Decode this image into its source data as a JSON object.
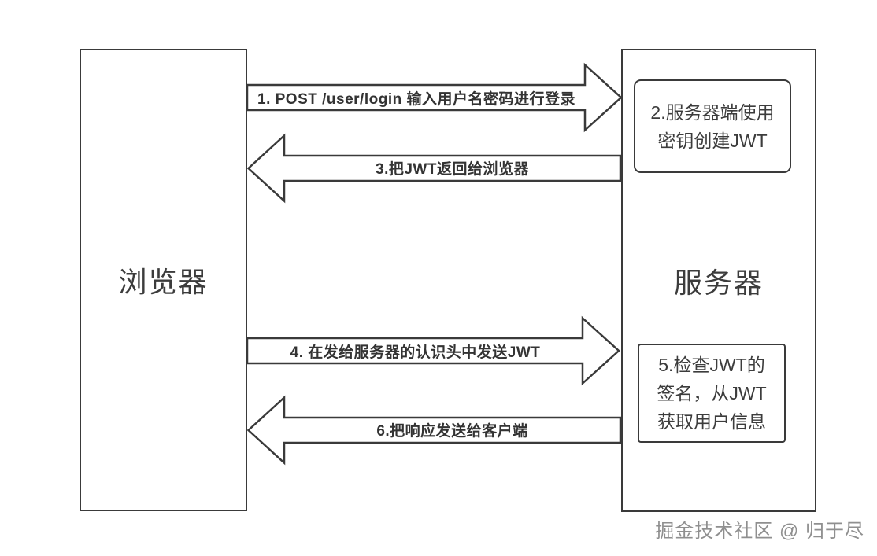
{
  "diagram": {
    "actors": {
      "browser": "浏览器",
      "server": "服务器"
    },
    "arrows": [
      {
        "step": "1",
        "direction": "right",
        "label": "1. POST /user/login 输入用户名密码进行登录"
      },
      {
        "step": "3",
        "direction": "left",
        "label": "3.把JWT返回给浏览器"
      },
      {
        "step": "4",
        "direction": "right",
        "label": "4. 在发给服务器的认识头中发送JWT"
      },
      {
        "step": "6",
        "direction": "left",
        "label": "6.把响应发送给客户端"
      }
    ],
    "notes": [
      {
        "step": "2",
        "lines": [
          "2.服务器端使用",
          "密钥创建JWT"
        ]
      },
      {
        "step": "5",
        "lines": [
          "5.检查JWT的",
          "签名，从JWT",
          "获取用户信息"
        ]
      }
    ],
    "watermark": "掘金技术社区 @ 归于尽",
    "colors": {
      "line": "#3a3a3a",
      "text": "#333333",
      "background": "#ffffff",
      "watermark": "#8f8f8f"
    }
  }
}
